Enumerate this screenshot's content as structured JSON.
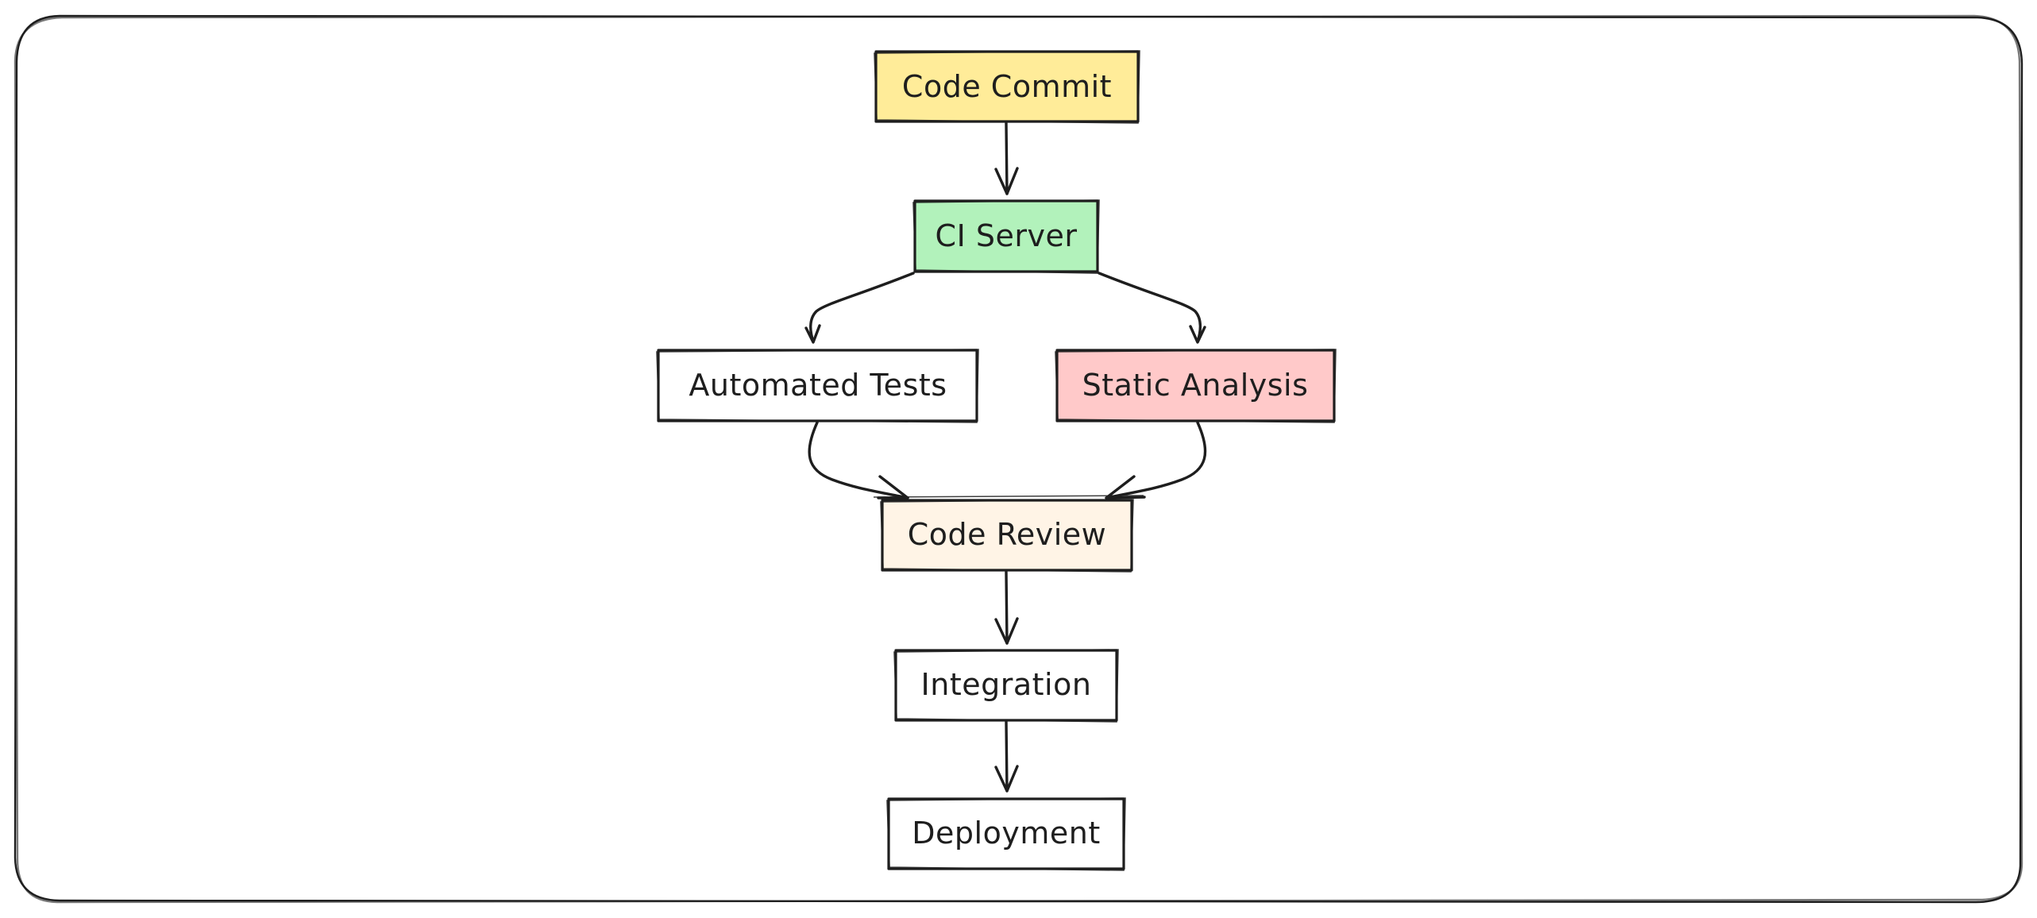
{
  "nodes": {
    "code_commit": {
      "label": "Code Commit",
      "fill": "#ffec99"
    },
    "ci_server": {
      "label": "CI Server",
      "fill": "#b2f2bb"
    },
    "automated_tests": {
      "label": "Automated Tests",
      "fill": "#ffffff"
    },
    "static_analysis": {
      "label": "Static Analysis",
      "fill": "#ffc9c9"
    },
    "code_review": {
      "label": "Code Review",
      "fill": "#fff4e6"
    },
    "integration": {
      "label": "Integration",
      "fill": "#ffffff"
    },
    "deployment": {
      "label": "Deployment",
      "fill": "#ffffff"
    }
  },
  "edges": [
    {
      "from": "code_commit",
      "to": "ci_server"
    },
    {
      "from": "ci_server",
      "to": "automated_tests"
    },
    {
      "from": "ci_server",
      "to": "static_analysis"
    },
    {
      "from": "automated_tests",
      "to": "code_review"
    },
    {
      "from": "static_analysis",
      "to": "code_review"
    },
    {
      "from": "code_review",
      "to": "integration"
    },
    {
      "from": "integration",
      "to": "deployment"
    }
  ],
  "colors": {
    "stroke": "#1e1e1e",
    "background": "#ffffff"
  }
}
